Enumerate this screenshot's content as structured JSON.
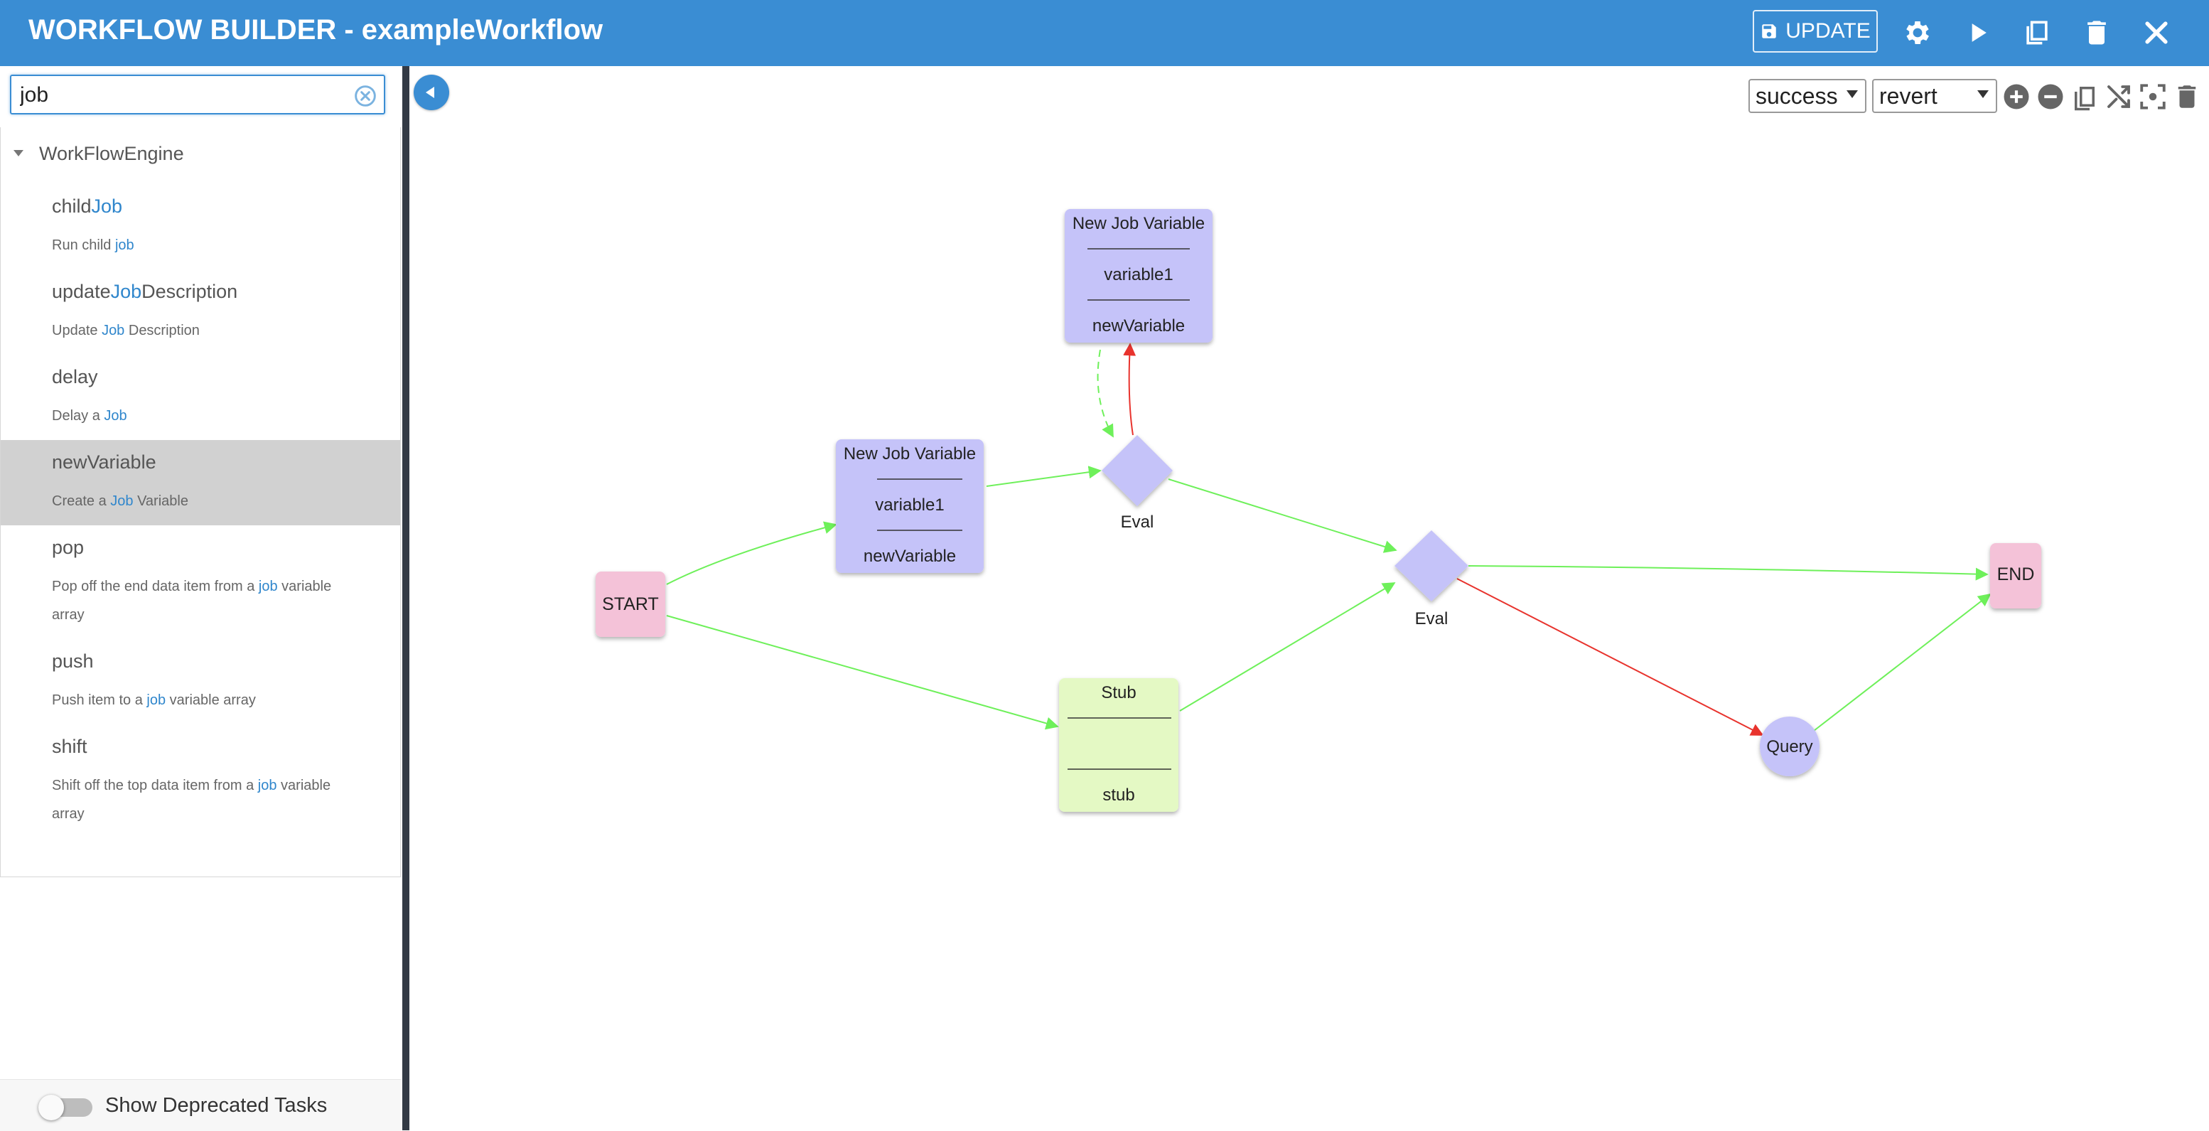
{
  "header": {
    "title": "WORKFLOW BUILDER - exampleWorkflow",
    "update_label": "UPDATE",
    "icons": [
      "save-icon",
      "gear-icon",
      "play-icon",
      "copy-icon",
      "trash-icon",
      "close-icon"
    ]
  },
  "search": {
    "value": "job",
    "placeholder": ""
  },
  "sidebar": {
    "group": "WorkFlowEngine",
    "tasks": [
      {
        "name_pre": "child",
        "name_hl": "Job",
        "name_post": "",
        "desc_pre": "Run child ",
        "desc_hl": "job",
        "desc_post": ""
      },
      {
        "name_pre": "update",
        "name_hl": "Job",
        "name_post": "Description",
        "desc_pre": "Update ",
        "desc_hl": "Job",
        "desc_post": " Description"
      },
      {
        "name_pre": "delay",
        "name_hl": "",
        "name_post": "",
        "desc_pre": "Delay a ",
        "desc_hl": "Job",
        "desc_post": ""
      },
      {
        "name_pre": "newVariable",
        "name_hl": "",
        "name_post": "",
        "desc_pre": "Create a ",
        "desc_hl": "Job",
        "desc_post": " Variable"
      },
      {
        "name_pre": "pop",
        "name_hl": "",
        "name_post": "",
        "desc_pre": "Pop off the end data item from a ",
        "desc_hl": "job",
        "desc_post": " variable array"
      },
      {
        "name_pre": "push",
        "name_hl": "",
        "name_post": "",
        "desc_pre": "Push item to a ",
        "desc_hl": "job",
        "desc_post": " variable array"
      },
      {
        "name_pre": "shift",
        "name_hl": "",
        "name_post": "",
        "desc_pre": "Shift off the top data item from a ",
        "desc_hl": "job",
        "desc_post": " variable array"
      }
    ],
    "selected_task": "newVariable",
    "deprecated_toggle_label": "Show Deprecated Tasks",
    "deprecated_toggle_on": false
  },
  "toolbar": {
    "transition_select": "success",
    "transition_type_select": "revert",
    "icons": [
      "zoom-in-icon",
      "zoom-out-icon",
      "copy-icon",
      "shuffle-icon",
      "fit-screen-icon",
      "trash-icon"
    ]
  },
  "graph": {
    "nodes": {
      "start": "START",
      "end": "END",
      "nv1_title": "New Job Variable",
      "nv1_var": "variable1",
      "nv1_task": "newVariable",
      "nv2_title": "New Job Variable",
      "nv2_var": "variable1",
      "nv2_task": "newVariable",
      "stub_title": "Stub",
      "stub_var": "",
      "stub_task": "stub",
      "eval1": "Eval",
      "eval2": "Eval",
      "query": "Query"
    },
    "colors": {
      "job_task": "#c5c3f9",
      "start_end": "#f4c2d8",
      "stub": "#e4f9c4",
      "success": "#6ef05a",
      "error": "#e8332d",
      "header": "#3a8dd3"
    }
  }
}
